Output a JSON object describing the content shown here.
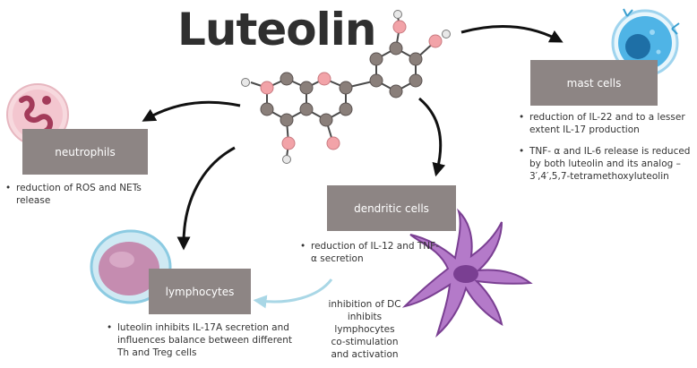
{
  "title": "Luteolin",
  "colors": {
    "box": "#8d8584",
    "carbon": "#8a7f7a",
    "oxygen": "#f2a3a8",
    "hydrogen": "#e8e8e8",
    "arrow": "#111111",
    "dc_arrow": "#a9d7e6",
    "mast_cell": "#3fa7e0",
    "neutrophil": "#d36a7e",
    "lymphocyte": "#c58cb0",
    "dendritic_cell": "#9b5fb5"
  },
  "cells": {
    "mast": {
      "label": "mast cells",
      "icon": "mast-cell-icon",
      "bullets": [
        "reduction of IL-22 and to a lesser extent IL-17 production",
        "TNF- α and IL-6 release is reduced by both luteolin and its analog – 3′,4′,5,7-tetramethoxyluteolin"
      ]
    },
    "neutrophils": {
      "label": "neutrophils",
      "icon": "neutrophil-icon",
      "bullets": [
        "reduction of ROS and NETs release"
      ]
    },
    "dendritic": {
      "label": "dendritic cells",
      "icon": "dendritic-cell-icon",
      "bullets": [
        "reduction of IL-12 and TNF-α secretion"
      ]
    },
    "lymphocytes": {
      "label": "lymphocytes",
      "icon": "lymphocyte-icon",
      "bullets": [
        "luteolin inhibits IL-17A secretion and influences balance between different Th and Treg cells"
      ]
    }
  },
  "dc_note": [
    "inhibition of DC",
    "inhibits",
    "lymphocytes",
    "co-stimulation",
    "and activation"
  ]
}
